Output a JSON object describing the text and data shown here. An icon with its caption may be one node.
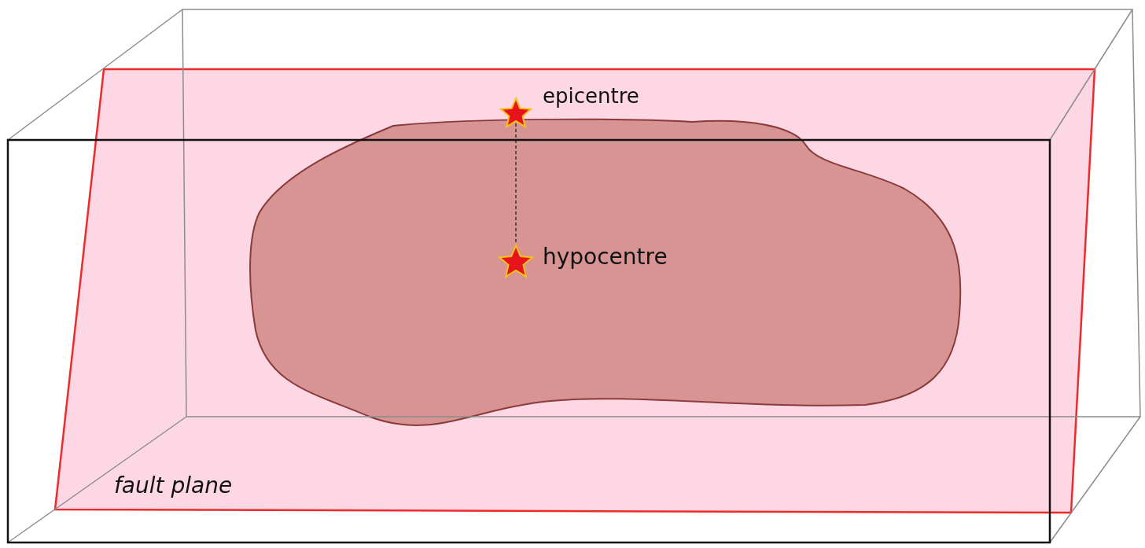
{
  "diagram": {
    "nodes": [
      {
        "text": [
          "fault plane"
        ]
      },
      {
        "text": [],
        "shape": "star",
        "in": 0,
        "beside": [
          "epicentre"
        ]
      },
      {
        "text": [],
        "shape": "star",
        "in": 0,
        "beside": [
          "hypocentre"
        ]
      }
    ],
    "edges": [
      {
        "from": 1,
        "to": 2,
        "arrow": "none",
        "style": "dashed"
      }
    ]
  }
}
